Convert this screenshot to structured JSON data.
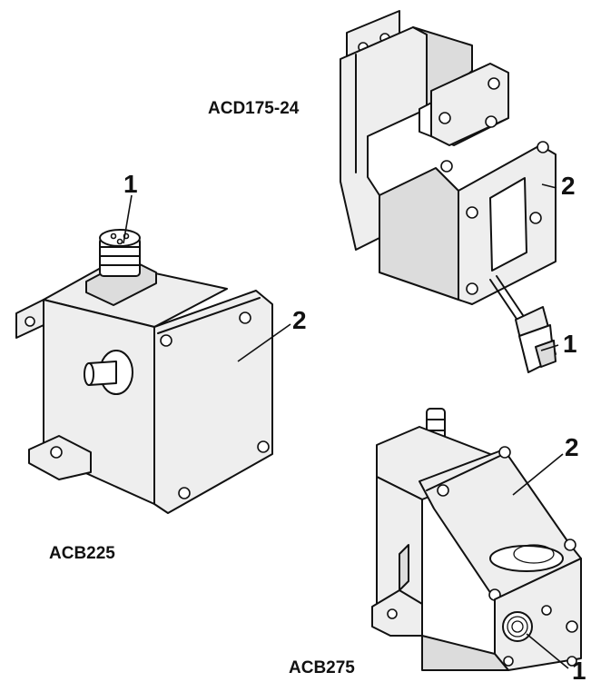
{
  "figure": {
    "models": {
      "acd": "ACD175-24",
      "acb225": "ACB225",
      "acb275": "ACB275"
    },
    "callouts": {
      "acd_connector": "1",
      "acd_cover": "2",
      "acb225_connector": "1",
      "acb225_cover": "2",
      "acb275_connector": "1",
      "acb275_cover": "2"
    }
  }
}
